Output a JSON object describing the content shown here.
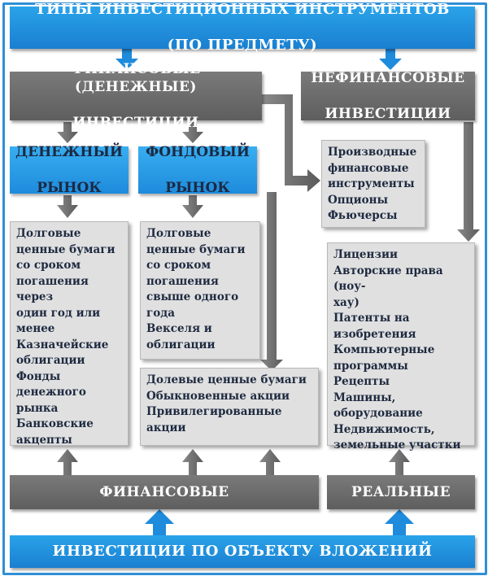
{
  "top_title": {
    "line1": "ТИПЫ ИНВЕСТИЦИОННЫХ ИНСТРУМЕНТОВ",
    "line2": "(ПО ПРЕДМЕТУ)"
  },
  "financial_investments": {
    "line1": "ФИНАНСОВЫЕ (ДЕНЕЖНЫЕ)",
    "line2": "ИНВЕСТИЦИИ"
  },
  "nonfinancial_investments": {
    "line1": "НЕФИНАНСОВЫЕ",
    "line2": "ИНВЕСТИЦИИ"
  },
  "money_market": {
    "line1": "ДЕНЕЖНЫЙ",
    "line2": "РЫНОК"
  },
  "stock_market": {
    "line1": "ФОНДОВЫЙ",
    "line2": "РЫНОК"
  },
  "derivatives": [
    "Производные",
    "финансовые",
    "инструменты",
    "Опционы",
    "Фьючерсы"
  ],
  "money_market_items": [
    "Долговые",
    "ценные бумаги",
    "со сроком",
    "погашения через",
    "один год или",
    "менее",
    "Казначейские",
    "облигации",
    "Фонды",
    "денежного",
    "рынка",
    "Банковские",
    "акцепты"
  ],
  "stock_debt_items": [
    "Долговые",
    "ценные бумаги",
    "со сроком",
    "погашения",
    "свыше одного",
    "года",
    "Векселя и",
    "облигации"
  ],
  "equity_items": [
    "Долевые ценные бумаги",
    "Обыкновенные акции",
    "Привилегированные",
    "акции"
  ],
  "real_items": [
    "Лицензии",
    "Авторские права (ноу-",
    "хау)",
    "Патенты на",
    "изобретения",
    "Компьютерные",
    "программы",
    "Рецепты",
    "Машины,",
    "оборудование",
    "Недвижимость,",
    "земельные участки"
  ],
  "financial_label": "ФИНАНСОВЫЕ",
  "real_label": "РЕАЛЬНЫЕ",
  "bottom_title": "ИНВЕСТИЦИИ ПО ОБЪЕКТУ ВЛОЖЕНИЙ",
  "colors": {
    "blue": "#1e8bdc",
    "gray": "#6a6a6a",
    "list_bg": "#e0e0e0",
    "frame": "#2f8fd6"
  }
}
